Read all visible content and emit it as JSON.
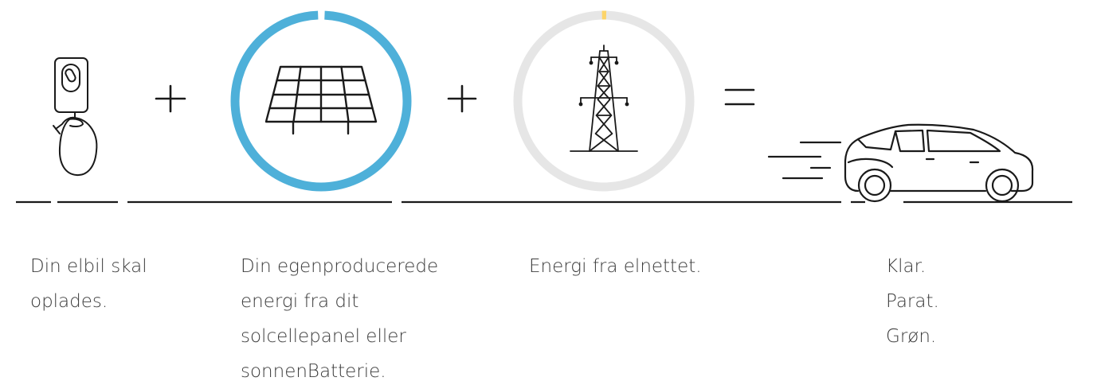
{
  "colors": {
    "line": "#1a1a1a",
    "solar_ring": "#4eb0d9",
    "grid_ring": "#e6e6e6",
    "grid_ring_highlight": "#fcd46a",
    "text": "#3c3c3c"
  },
  "icons": [
    "wallbox-charger-icon",
    "plus-icon",
    "solar-panel-icon",
    "plus-icon",
    "power-pylon-icon",
    "equals-icon",
    "electric-car-icon"
  ],
  "captions": [
    {
      "lines": [
        "Din elbil skal",
        "oplades."
      ]
    },
    {
      "lines": [
        "Din egenproducerede",
        "energi fra dit",
        "solcellepanel eller",
        "sonnenBatterie."
      ]
    },
    {
      "lines": [
        "Energi fra elnettet."
      ]
    },
    {
      "lines": [
        "Klar.",
        "Parat.",
        "Grøn."
      ]
    }
  ]
}
